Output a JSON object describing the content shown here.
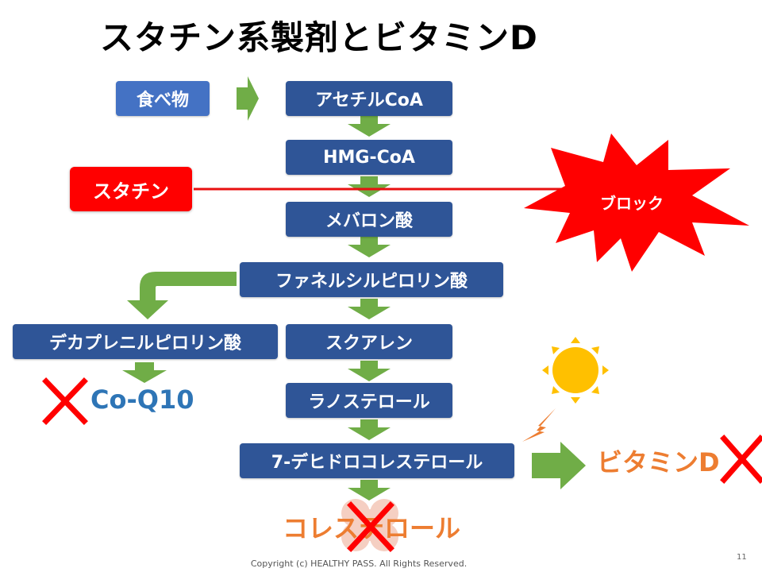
{
  "title": "スタチン系製剤とビタミンD",
  "food_label": "食べ物",
  "statin_label": "スタチン",
  "block_label": "ブロック",
  "pathway": [
    "アセチルCoA",
    "HMG-CoA",
    "メバロン酸",
    "ファネルシルピロリン酸",
    "スクアレン",
    "ラノステロール",
    "7-デヒドロコレステロール"
  ],
  "branch_label": "デカプレニルピロリン酸",
  "coq10_label": "Co-Q10",
  "vitamin_d_label": "ビタミンD",
  "cholesterol_label": "コレステロール",
  "copyright": "Copyright (c) HEALTHY PASS. All Rights Reserved.",
  "page_number": "11",
  "colors": {
    "box": "#2f5597",
    "food_box": "#4472c4",
    "arrow": "#70ad47",
    "statin": "#ff0000",
    "coq10": "#2e75b6",
    "vitamin_d": "#ed7d31",
    "sun": "#ffc000"
  }
}
